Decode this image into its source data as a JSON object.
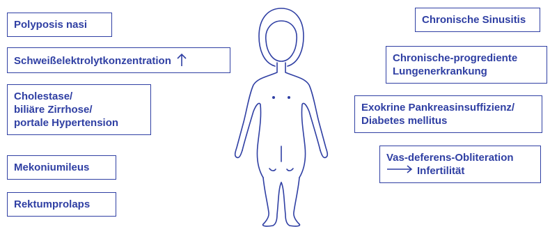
{
  "colors": {
    "accent": "#2f3fa3",
    "background": "#ffffff"
  },
  "left_boxes": [
    {
      "lines": [
        "Polyposis nasi"
      ]
    },
    {
      "lines": [
        "Schweißelektrolytkonzentration"
      ],
      "icon": "up-arrow-icon"
    },
    {
      "lines": [
        "Cholestase/",
        "biliäre Zirrhose/",
        "portale Hypertension"
      ]
    },
    {
      "lines": [
        "Mekoniumileus"
      ]
    },
    {
      "lines": [
        "Rektumprolaps"
      ]
    }
  ],
  "right_boxes": [
    {
      "lines": [
        "Chronische Sinusitis"
      ]
    },
    {
      "lines": [
        "Chronische-progrediente",
        "Lungenerkrankung"
      ]
    },
    {
      "lines": [
        "Exokrine Pankreasinsuffizienz/",
        "Diabetes mellitus"
      ]
    },
    {
      "lines": [
        "Vas-deferens-Obliteration",
        "Infertilität"
      ],
      "icon": "right-arrow-icon"
    }
  ],
  "figure_icon": "human-body-outline-icon"
}
